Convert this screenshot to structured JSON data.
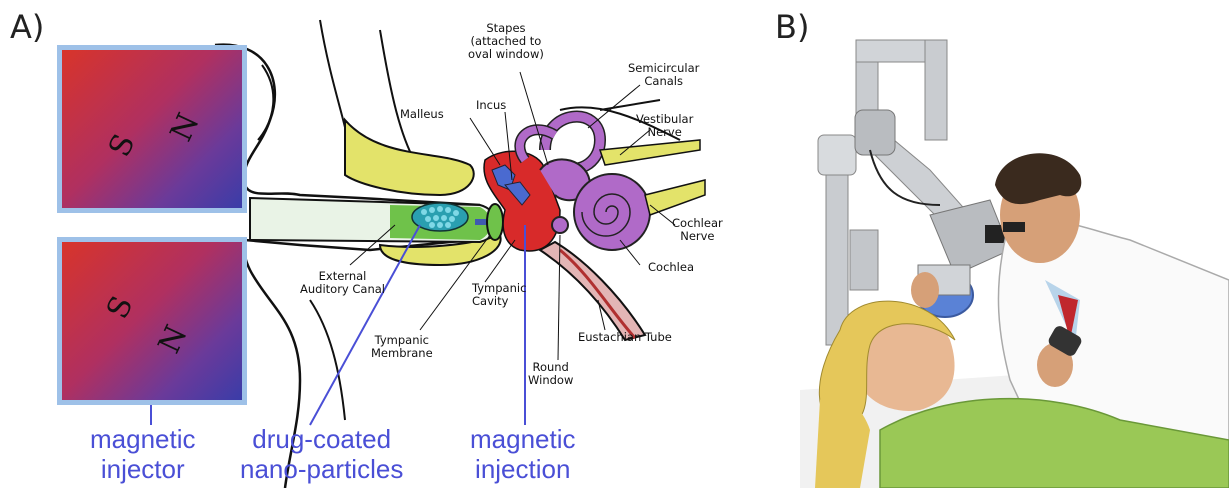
{
  "panel_a": {
    "letter": "A)",
    "magnets": [
      {
        "pole_s": "S",
        "pole_n": "N"
      },
      {
        "pole_s": "S",
        "pole_n": "N"
      }
    ],
    "anatomy_labels": {
      "stapes": "Stapes\n(attached to\noval window)",
      "semicircular": "Semicircular\nCanals",
      "malleus": "Malleus",
      "incus": "Incus",
      "vestibular": "Vestibular\nNerve",
      "cochlear_nerve": "Cochlear\nNerve",
      "cochlea": "Cochlea",
      "external_canal": "External\nAuditory Canal",
      "tympanic_cavity": "Tympanic\nCavity",
      "tympanic_membrane": "Tympanic\nMembrane",
      "eustachian": "Eustachian Tube",
      "round_window": "Round\nWindow"
    },
    "callouts": {
      "magnetic_injector": "magnetic\ninjector",
      "nanoparticles": "drug-coated\nnano-particles",
      "magnetic_injection": "magnetic\ninjection"
    }
  },
  "panel_b": {
    "letter": "B)"
  },
  "colors": {
    "callout_blue": "#4a4fd6",
    "magnet_border": "#9ec1e8",
    "inner_ear_purple": "#b06ac8",
    "bone_yellow": "#e0e060"
  }
}
